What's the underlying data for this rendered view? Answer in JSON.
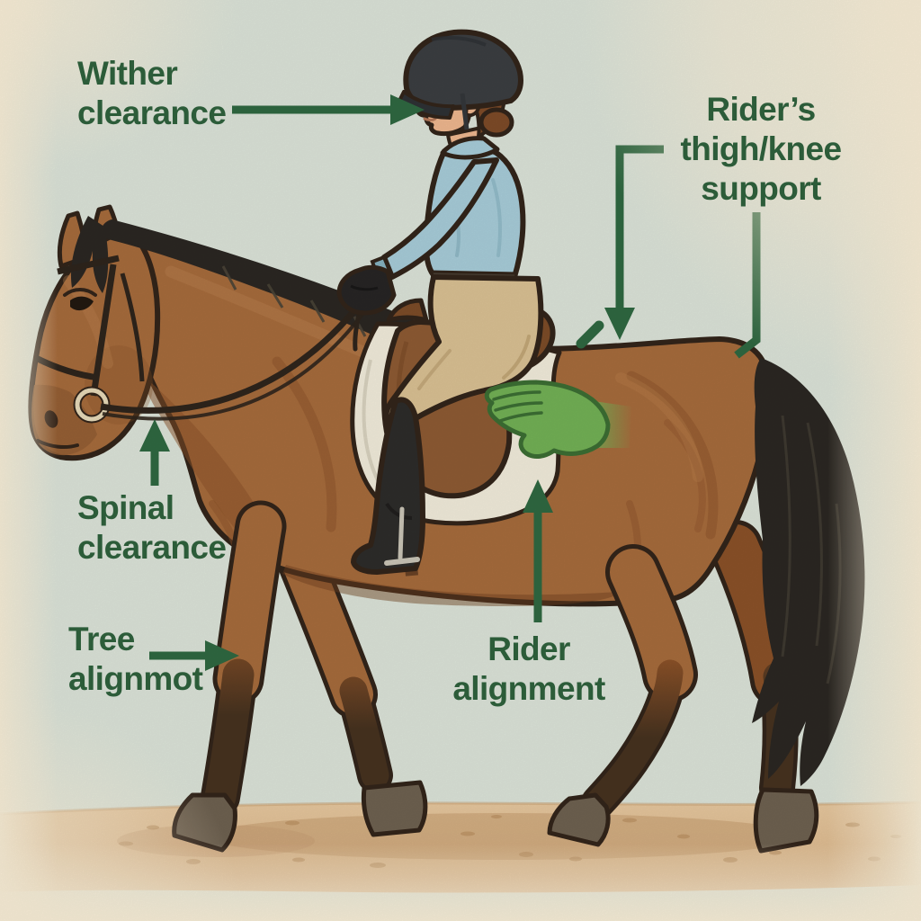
{
  "labels": {
    "wither_clearance": {
      "lines": [
        "Wither",
        "clearance"
      ],
      "arrow": "right"
    },
    "thigh_knee_support": {
      "lines": [
        "Rider’s",
        "thigh/knee",
        "support"
      ],
      "arrow": "down"
    },
    "spinal_clearance": {
      "lines": [
        "Spinal",
        "clearance"
      ],
      "arrow": "up"
    },
    "tree_alignment": {
      "lines": [
        "Tree",
        "alignmot"
      ],
      "arrow": "right"
    },
    "rider_alignment": {
      "lines": [
        "Rider",
        "alignment"
      ],
      "arrow": "up"
    }
  },
  "colors": {
    "sage_bg": "#dbe3d8",
    "cream_edge": "#f8edd6",
    "label_green": "#2c5c39",
    "arrow_green": "#2f6841",
    "horse_body": "#a66b3c",
    "horse_shade": "#8a5128",
    "horse_deep": "#6f4120",
    "horse_light": "#bc8350",
    "outline_dark": "#32241a",
    "mane_tail": "#2b2722",
    "leg_dark": "#46321f",
    "hoof_gray": "#6e6150",
    "ground_sand": "#d8b286",
    "ground_sand_light": "#e6c79e",
    "ground_shadow": "#c59c70",
    "speckle_brown": "#b78c5c",
    "shirt_blue": "#a7ccd8",
    "shirt_shade": "#86b1bf",
    "breeches_tan": "#d9c093",
    "breeches_shade": "#bba071",
    "boot_black": "#2d2c2a",
    "glove_black": "#272524",
    "helmet_gray": "#3b3e41",
    "helmet_dark": "#2e3134",
    "skin_tone": "#eeb68e",
    "hair_brown": "#7d4b28",
    "saddle_brown": "#8d5a33",
    "saddle_dark": "#7c4c28",
    "saddle_leather_dark": "#3f2d1c",
    "pad_white": "#f1ebda",
    "pad_stitch": "#d8d2bf",
    "hand_green": "#72b055",
    "hand_green_dark": "#3c6e33",
    "tack_dark": "#2e251c",
    "bit_ring_cream": "#e6d9b8",
    "metal_gray": "#c9c4b6",
    "belt_brown": "#4a4034"
  }
}
